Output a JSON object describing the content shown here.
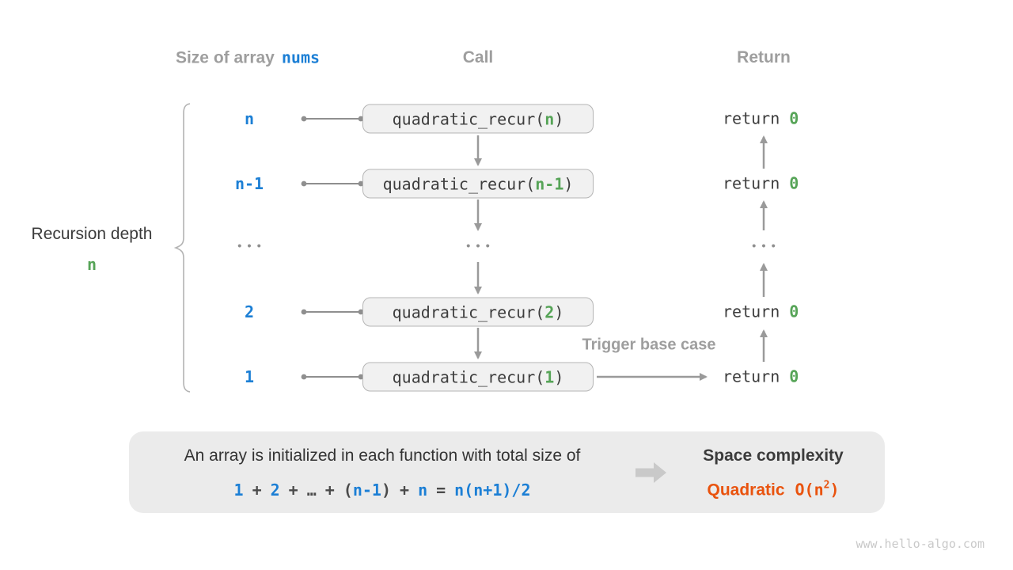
{
  "colors": {
    "blue": "#1c7fd5",
    "green": "#56a457",
    "orange": "#e9530e",
    "gray_heading": "#9e9e9e",
    "arrow_gray": "#9a9a9a",
    "box_fill": "#f1f1f1",
    "panel_fill": "#ebebeb"
  },
  "headers": {
    "size_prefix": "Size of array",
    "size_code": "nums",
    "call": "Call",
    "return": "Return"
  },
  "left_label": {
    "line1": "Recursion depth",
    "value": "n"
  },
  "ellipsis": "•••",
  "rows": [
    {
      "size": "n",
      "call_prefix": "quadratic_recur(",
      "arg": "n",
      "call_close": ")",
      "return_kw": "return",
      "return_val": "0"
    },
    {
      "size": "n-1",
      "call_prefix": "quadratic_recur(",
      "arg": "n-1",
      "call_close": ")",
      "return_kw": "return",
      "return_val": "0"
    },
    {
      "size": "2",
      "call_prefix": "quadratic_recur(",
      "arg": "2",
      "call_close": ")",
      "return_kw": "return",
      "return_val": "0"
    },
    {
      "size": "1",
      "call_prefix": "quadratic_recur(",
      "arg": "1",
      "call_close": ")",
      "return_kw": "return",
      "return_val": "0"
    }
  ],
  "trigger_label": "Trigger base case",
  "summary": {
    "line1": "An array is initialized in each function with total size of",
    "equation": {
      "t1": "1",
      "p1": "+",
      "t2": "2",
      "p2": "+",
      "dots": "…",
      "p3": "+",
      "open": "(",
      "mid": "n-1",
      "close": ")",
      "p4": "+",
      "t3": "n",
      "eq": "=",
      "rhs": "n(n+1)/2"
    },
    "result_title": "Space complexity",
    "result_label": "Quadratic",
    "o_prefix": "O(n",
    "exponent": "2",
    "o_suffix": ")"
  },
  "footer": {
    "site": "www.hello-algo.com"
  }
}
